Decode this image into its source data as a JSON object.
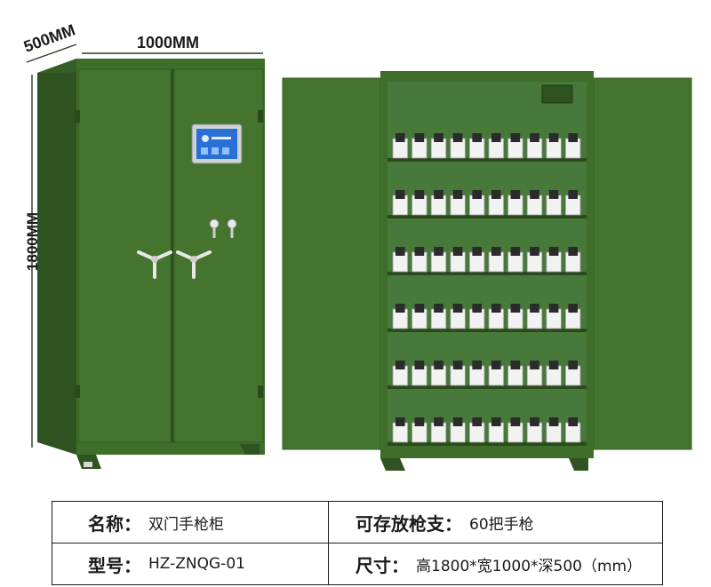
{
  "dimensions": {
    "width_label": "1000MM",
    "depth_label": "500MM",
    "height_label": "1800MM"
  },
  "colors": {
    "cabinet_green": "#3f6d2a",
    "cabinet_dark": "#2e5220",
    "cabinet_light": "#4a7a33",
    "panel_screen": "#2a6fd6"
  },
  "icons": {
    "handle": "three-spoke-handle-icon",
    "key": "key-icon"
  },
  "specs": {
    "name_label": "名称：",
    "name_value": "双门手枪柜",
    "capacity_label": "可存放枪支：",
    "capacity_value": "60把手枪",
    "model_label": "型号：",
    "model_value": "HZ-ZNQG-01",
    "size_label": "尺寸：",
    "size_value": "高1800*宽1000*深500（mm）"
  },
  "shelves": {
    "count": 6,
    "slots_per_shelf": 10
  }
}
